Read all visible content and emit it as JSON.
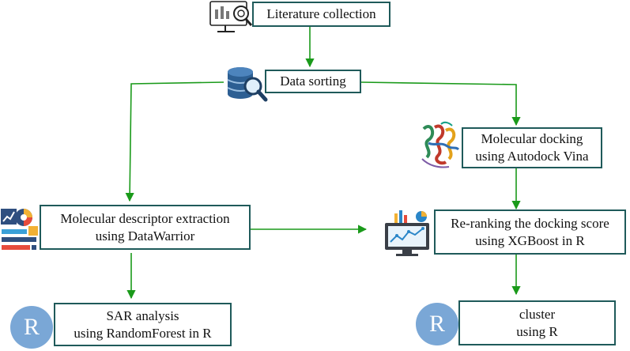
{
  "nodes": {
    "literature": {
      "line1": "Literature collection"
    },
    "sorting": {
      "line1": "Data sorting"
    },
    "docking": {
      "line1": "Molecular docking",
      "line2": "using Autodock Vina"
    },
    "descriptor": {
      "line1": "Molecular descriptor extraction",
      "line2": "using DataWarrior"
    },
    "reranking": {
      "line1": "Re-ranking the docking score",
      "line2": "using XGBoost in R"
    },
    "sar": {
      "line1": "SAR analysis",
      "line2": "using RandomForest in R"
    },
    "cluster": {
      "line1": "cluster",
      "line2": "using R"
    }
  },
  "badges": {
    "r_letter": "R"
  },
  "colors": {
    "arrow": "#1a9a1a",
    "box_border": "#1f5a5a",
    "r_badge": "#7aa7d6"
  },
  "icons": [
    "monitor-search-icon",
    "database-search-icon",
    "protein-structure-icon",
    "analytics-dashboard-icon",
    "monitor-chart-icon",
    "r-logo-icon"
  ]
}
